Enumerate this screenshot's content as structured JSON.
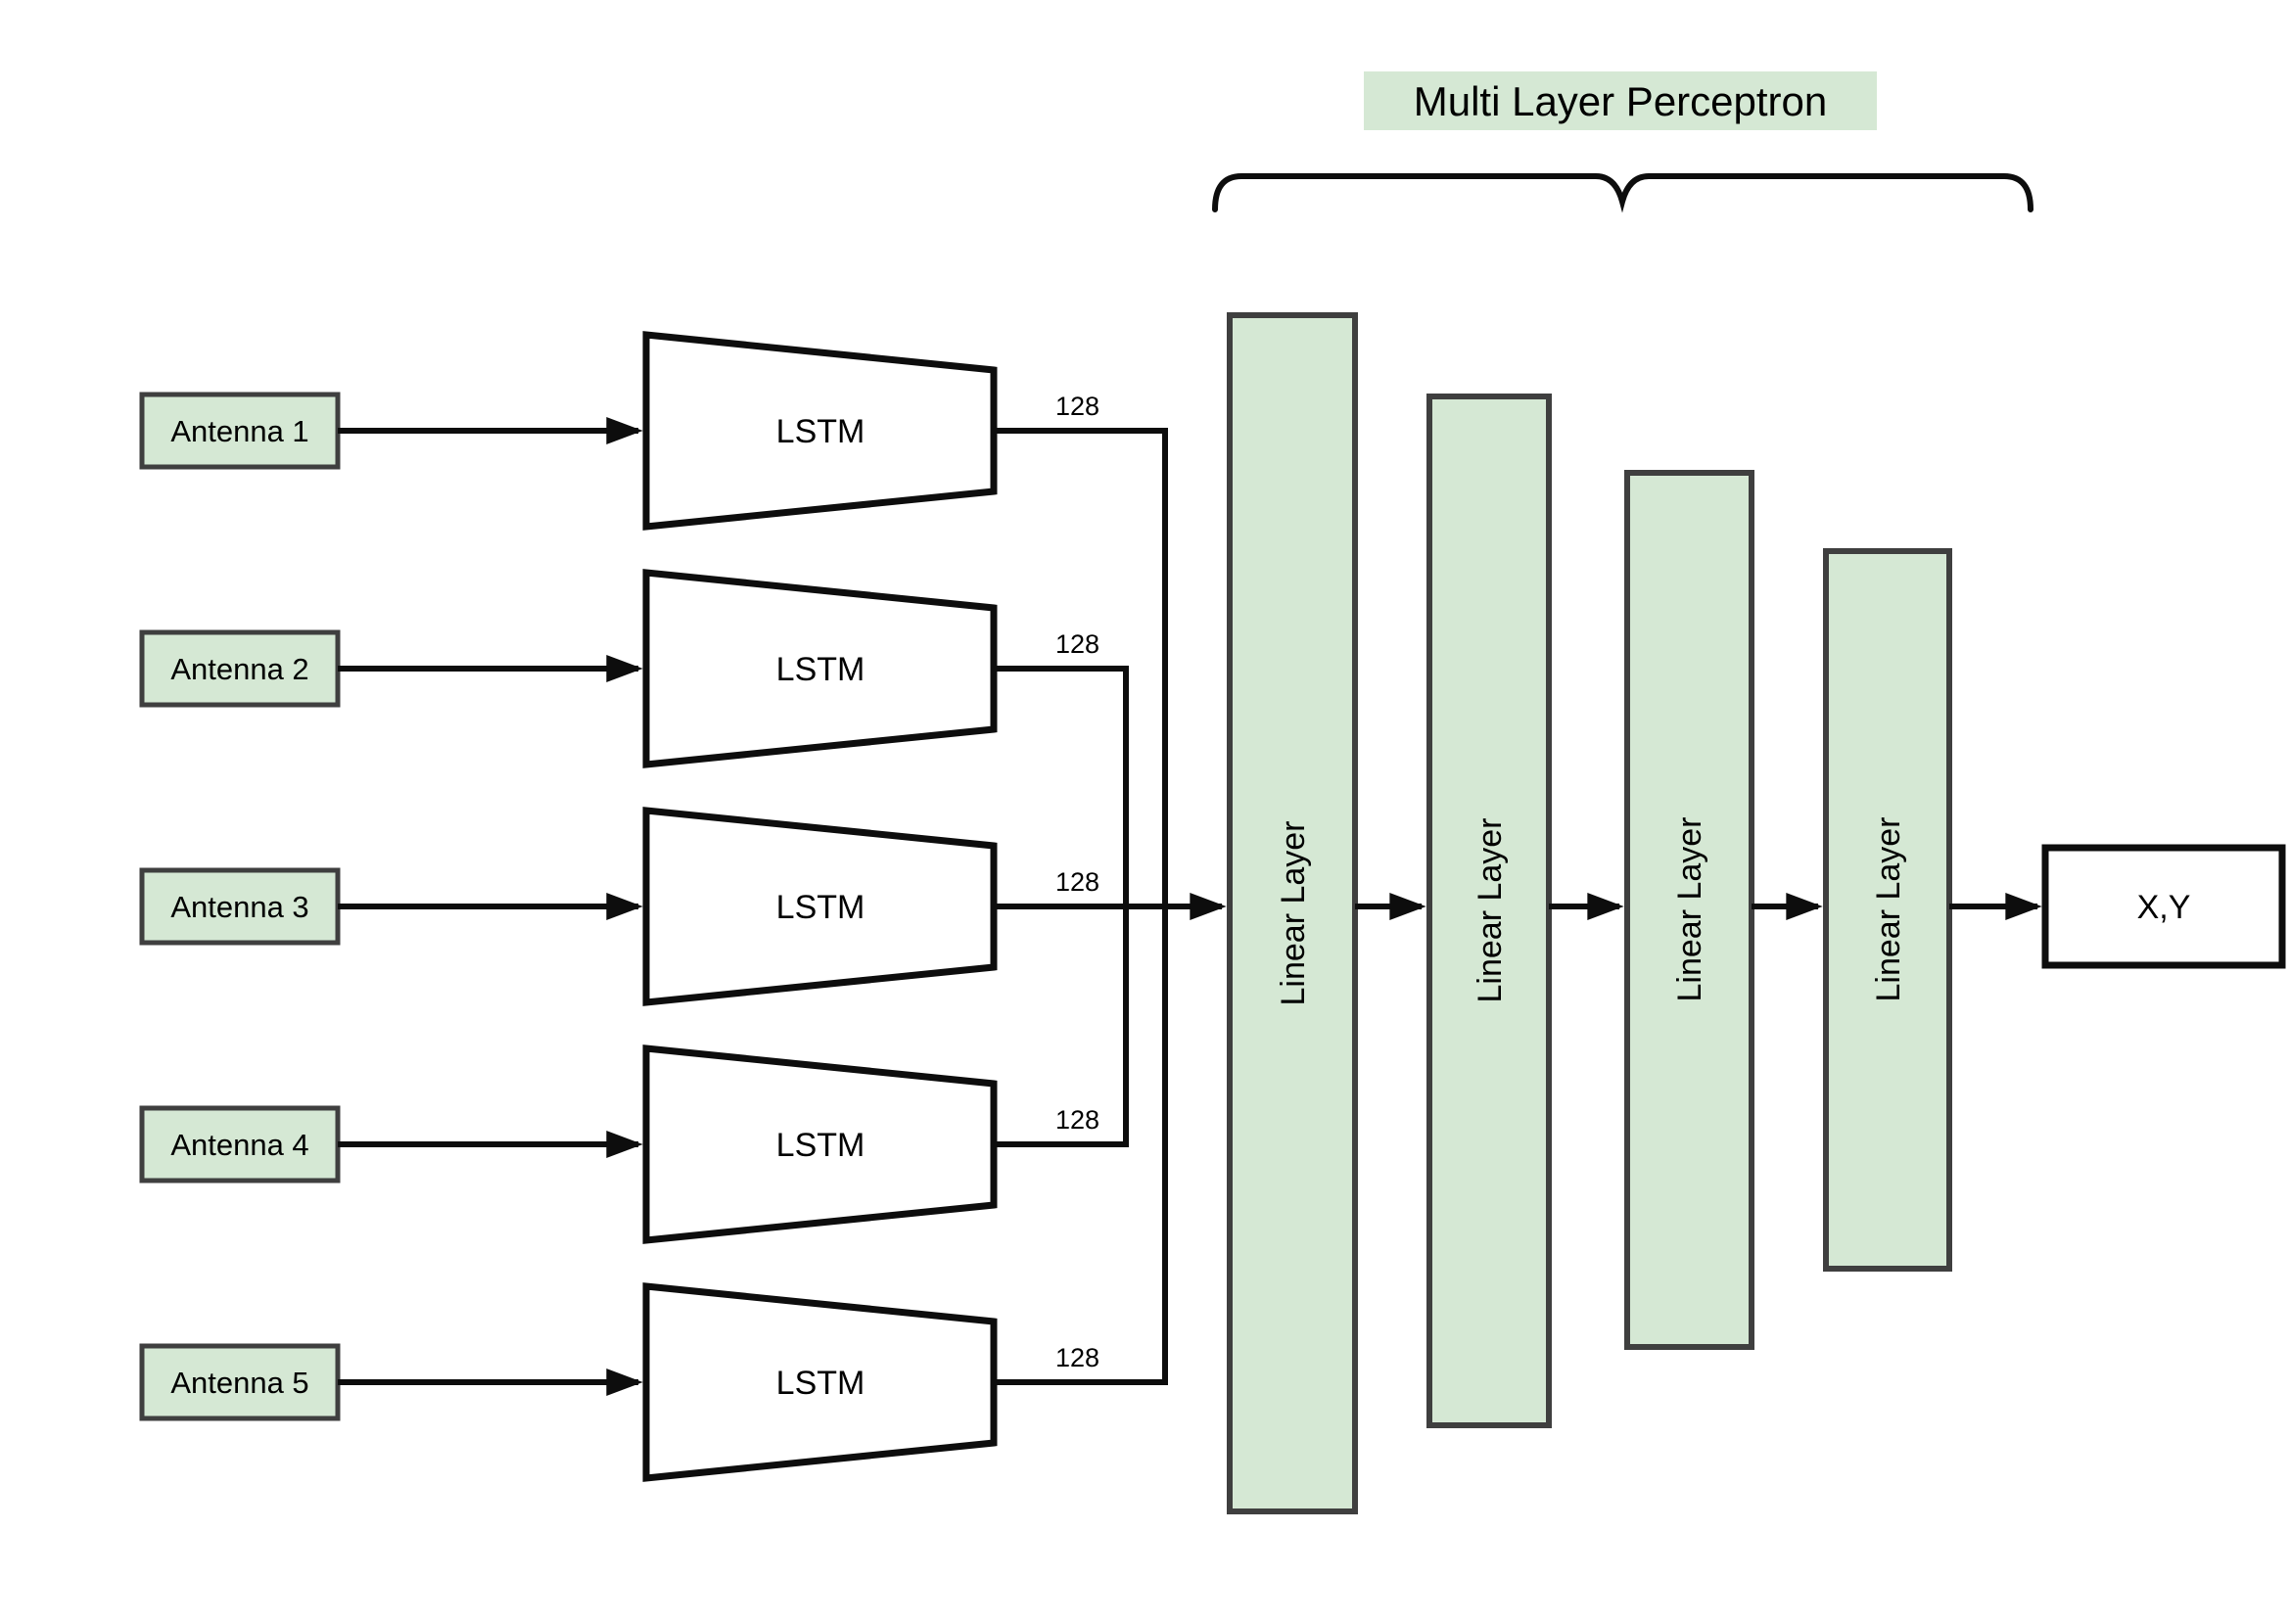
{
  "antennas": [
    "Antenna 1",
    "Antenna 2",
    "Antenna 3",
    "Antenna 4",
    "Antenna 5"
  ],
  "lstm": {
    "label": "LSTM",
    "output_dim": "128"
  },
  "mlp": {
    "title": "Multi Layer Perceptron",
    "layers": [
      "Linear Layer",
      "Linear Layer",
      "Linear Layer",
      "Linear Layer"
    ]
  },
  "output": {
    "label": "X,Y"
  },
  "colors": {
    "block_fill": "#d5e8d4",
    "block_border": "#3f3f3f",
    "line": "#0d0d0d",
    "white_fill": "#ffffff"
  }
}
